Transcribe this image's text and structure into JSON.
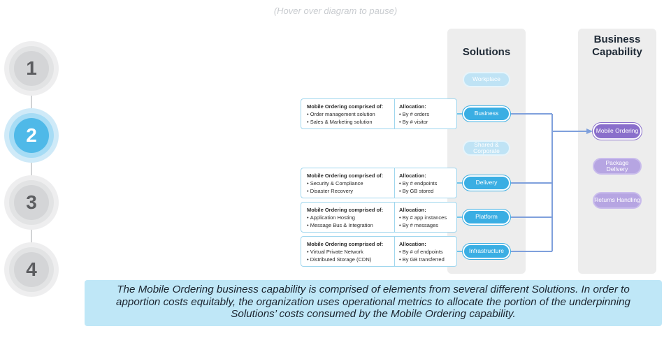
{
  "hint": "(Hover over diagram to pause)",
  "steps": [
    "1",
    "2",
    "3",
    "4"
  ],
  "active_step": 2,
  "columns": {
    "solutions_title": "Solutions",
    "capability_title": "Business Capability"
  },
  "solutions": {
    "workplace": "Workplace",
    "business": "Business",
    "shared": "Shared & Corporate",
    "delivery": "Delivery",
    "platform": "Platform",
    "infrastructure": "Infrastructure"
  },
  "capabilities": {
    "mobile_ordering": "Mobile Ordering",
    "package_delivery": "Package Delivery",
    "returns_handling": "Returns Handling"
  },
  "info_boxes": [
    {
      "comprised_title": "Mobile Ordering comprised of:",
      "comprised": [
        "Order management solution",
        "Sales & Marketing solution"
      ],
      "allocation_title": "Allocation:",
      "allocation": [
        "By # orders",
        "By # visitor"
      ]
    },
    {
      "comprised_title": "Mobile Ordering comprised of:",
      "comprised": [
        "Security & Compliance",
        "Disaster Recovery"
      ],
      "allocation_title": "Allocation:",
      "allocation": [
        "By # endpoints",
        "By GB stored"
      ]
    },
    {
      "comprised_title": "Mobile Ordering comprised of:",
      "comprised": [
        "Application Hosting",
        "Message Bus & Integration"
      ],
      "allocation_title": "Allocation:",
      "allocation": [
        "By # app instances",
        "By # messages"
      ]
    },
    {
      "comprised_title": "Mobile Ordering comprised of:",
      "comprised": [
        "Virtual Private Network",
        "Distributed Storage (CDN)"
      ],
      "allocation_title": "Allocation:",
      "allocation": [
        "By # of endpoints",
        "By GB transferred"
      ]
    }
  ],
  "caption": "The Mobile Ordering business capability is comprised of elements from several different Solutions. In order to apportion costs equitably, the organization uses operational metrics to allocate the portion of the underpinning Solutions’ costs consumed by the Mobile Ordering capability.",
  "colors": {
    "solution_blue": "#3aaee3",
    "capability_purple": "#8a6fcb",
    "active_step": "#4fb9e8",
    "caption_bg": "#bfe7f7"
  }
}
